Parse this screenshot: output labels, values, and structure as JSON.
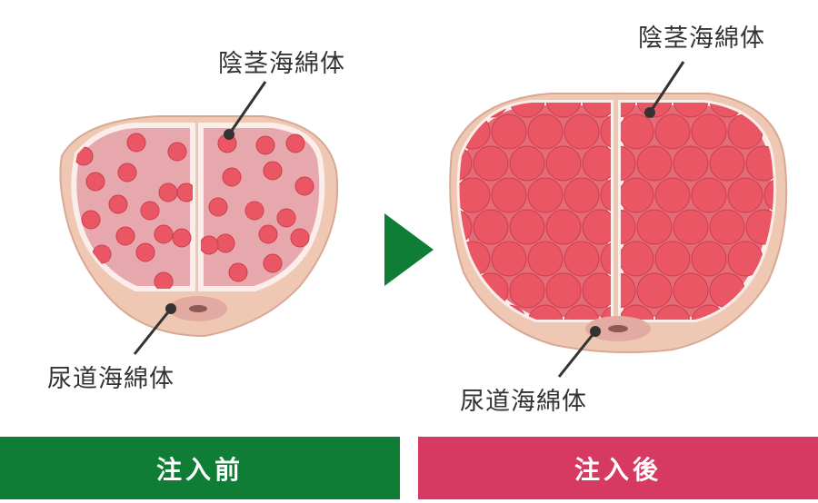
{
  "before": {
    "corpus_cavernosum_label": "陰茎海綿体",
    "corpus_spongiosum_label": "尿道海綿体",
    "caption": "注入前"
  },
  "after": {
    "corpus_cavernosum_label": "陰茎海綿体",
    "corpus_spongiosum_label": "尿道海綿体",
    "caption": "注入後"
  },
  "colors": {
    "tissue_outer": "#efc8b4",
    "tissue_stroke": "#d9a894",
    "cavity_before": "#e6a8ac",
    "cavity_after": "#e46c78",
    "cell": "#ea5664",
    "cell_stroke": "#cc3e4e",
    "septum": "#fbeeea",
    "urethra": "#e2aaa0",
    "arrow": "#0f7d36",
    "bar_before": "#0f7d36",
    "bar_after": "#d63a62"
  },
  "icons": {
    "arrow": "play-triangle-icon"
  }
}
